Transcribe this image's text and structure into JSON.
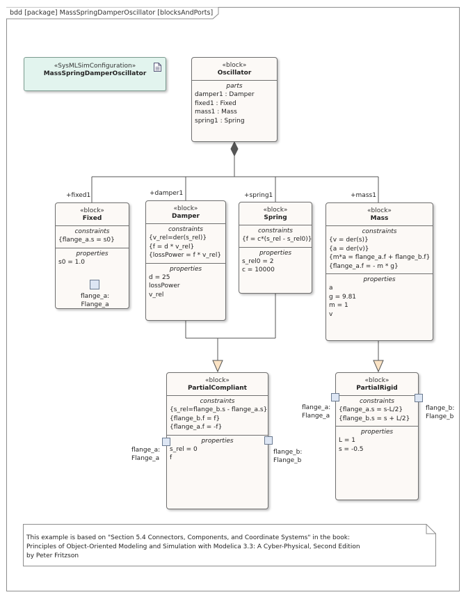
{
  "frame": {
    "title": "bdd [package] MassSpringDamperOscillator [blocksAndPorts]"
  },
  "config": {
    "stereotype": "«SysMLSimConfiguration»",
    "name": "MassSpringDamperOscillator",
    "icon": "document-icon"
  },
  "oscillator": {
    "stereotype": "«block»",
    "name": "Oscillator",
    "parts_title": "parts",
    "parts": [
      "damper1 : Damper",
      "fixed1 : Fixed",
      "mass1 : Mass",
      "spring1 : Spring"
    ]
  },
  "roles": {
    "fixed": "+fixed1",
    "damper": "+damper1",
    "spring": "+spring1",
    "mass": "+mass1"
  },
  "fixed": {
    "stereotype": "«block»",
    "name": "Fixed",
    "constraints_title": "constraints",
    "constraints": [
      "{flange_a.s = s0}"
    ],
    "properties_title": "properties",
    "properties": [
      "s0 = 1.0"
    ],
    "port_label_1": "flange_a:",
    "port_label_2": "Flange_a"
  },
  "damper": {
    "stereotype": "«block»",
    "name": "Damper",
    "constraints_title": "constraints",
    "constraints": [
      "{v_rel=der(s_rel)}",
      "{f = d * v_rel}",
      "{lossPower = f * v_rel}"
    ],
    "properties_title": "properties",
    "properties": [
      "d = 25",
      "lossPower",
      "v_rel"
    ]
  },
  "spring": {
    "stereotype": "«block»",
    "name": "Spring",
    "constraints_title": "constraints",
    "constraints": [
      "{f = c*(s_rel - s_rel0)}"
    ],
    "properties_title": "properties",
    "properties": [
      "s_rel0 = 2",
      "c = 10000"
    ]
  },
  "mass": {
    "stereotype": "«block»",
    "name": "Mass",
    "constraints_title": "constraints",
    "constraints": [
      "{v = der(s)}",
      "{a = der(v)}",
      "{m*a = flange_a.f + flange_b.f}",
      "{flange_a.f = - m * g}"
    ],
    "properties_title": "properties",
    "properties": [
      "a",
      "g = 9.81",
      "m = 1",
      "v"
    ]
  },
  "compliant": {
    "stereotype": "«block»",
    "name": "PartialCompliant",
    "constraints_title": "constraints",
    "constraints": [
      "{s_rel=flange_b.s - flange_a.s}",
      "{flange_b.f = f}",
      "{flange_a.f = -f}"
    ],
    "properties_title": "properties",
    "properties": [
      "s_rel = 0",
      "f"
    ],
    "port_a_1": "flange_a:",
    "port_a_2": "Flange_a",
    "port_b_1": "flange_b:",
    "port_b_2": "Flange_b"
  },
  "rigid": {
    "stereotype": "«block»",
    "name": "PartialRigid",
    "constraints_title": "constraints",
    "constraints": [
      "{flange_a.s = s-L/2}",
      "{flange_b.s = s + L/2}"
    ],
    "properties_title": "properties",
    "properties": [
      "L = 1",
      "s = -0.5"
    ],
    "port_a_1": "flange_a:",
    "port_a_2": "Flange_a",
    "port_b_1": "flange_b:",
    "port_b_2": "Flange_b"
  },
  "note": {
    "lines": [
      "This example is based on \"Section 5.4 Connectors, Components, and Coordinate Systems\" in the book:",
      "Principles of Object-Oriented Modeling and Simulation with Modelica 3.3: A Cyber-Physical, Second Edition",
      "by Peter Fritzson"
    ]
  }
}
